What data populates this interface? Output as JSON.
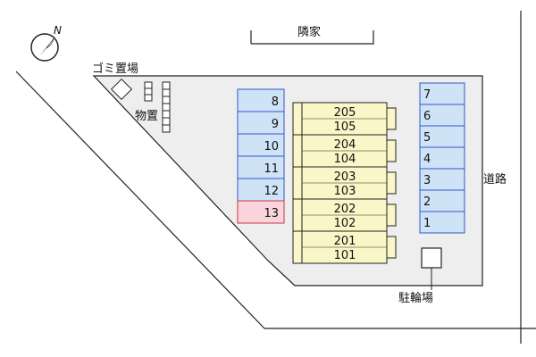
{
  "labels": {
    "north": "N",
    "neighbor": "隣家",
    "garbage": "ゴミ置場",
    "storage": "物置",
    "road": "道路",
    "bicycle": "駐輪場"
  },
  "parking_left": [
    "8",
    "9",
    "10",
    "11",
    "12",
    "13"
  ],
  "parking_right": [
    "7",
    "6",
    "5",
    "4",
    "3",
    "2",
    "1"
  ],
  "building_units": [
    {
      "upper": "205",
      "lower": "105"
    },
    {
      "upper": "204",
      "lower": "104"
    },
    {
      "upper": "203",
      "lower": "103"
    },
    {
      "upper": "202",
      "lower": "102"
    },
    {
      "upper": "201",
      "lower": "101"
    }
  ],
  "colors": {
    "lot": "#eeeeee",
    "parking": "#cfe3f7",
    "parking_border": "#3355cc",
    "parking_highlight": "#fad4dc",
    "parking_highlight_border": "#cc3344",
    "building": "#fbf6c8",
    "line": "#222222"
  }
}
